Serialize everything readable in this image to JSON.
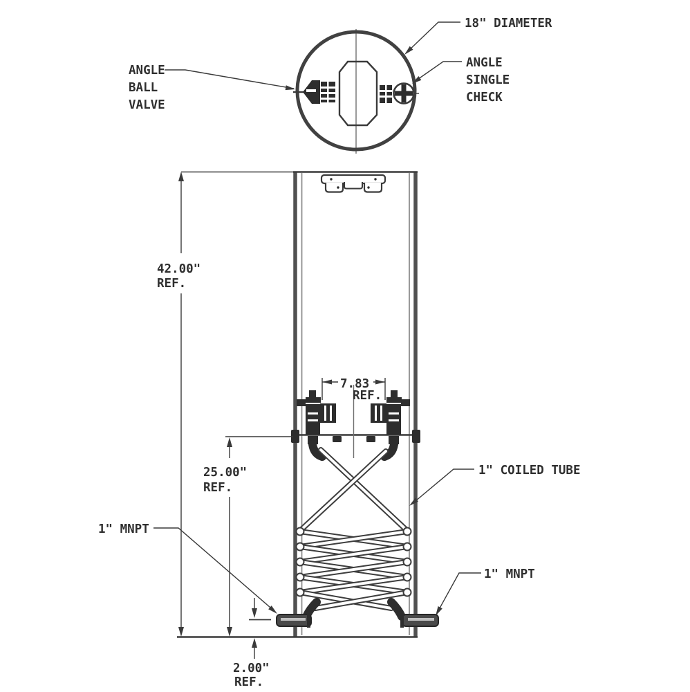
{
  "drawing": {
    "top_view": {
      "label_diameter": "18\" DIAMETER",
      "label_ball_valve": [
        "ANGLE",
        "BALL",
        "VALVE"
      ],
      "label_single_check": [
        "ANGLE",
        "SINGLE",
        "CHECK"
      ]
    },
    "front_view": {
      "label_coiled_tube": "1\" COILED TUBE",
      "label_mnpt_left": "1\" MNPT",
      "label_mnpt_right": "1\" MNPT",
      "dim_overall_height": {
        "value": "42.00\"",
        "ref": "REF."
      },
      "dim_valve_spacing": {
        "value": "7.83",
        "ref": "REF."
      },
      "dim_coil_height": {
        "value": "25.00\"",
        "ref": "REF."
      },
      "dim_outlet_offset": {
        "value": "2.00\"",
        "ref": "REF."
      }
    },
    "colors": {
      "line": "#3a3a3a",
      "wall": "#515151",
      "valve_fill": "#2d2d2d",
      "background": "#ffffff"
    }
  }
}
